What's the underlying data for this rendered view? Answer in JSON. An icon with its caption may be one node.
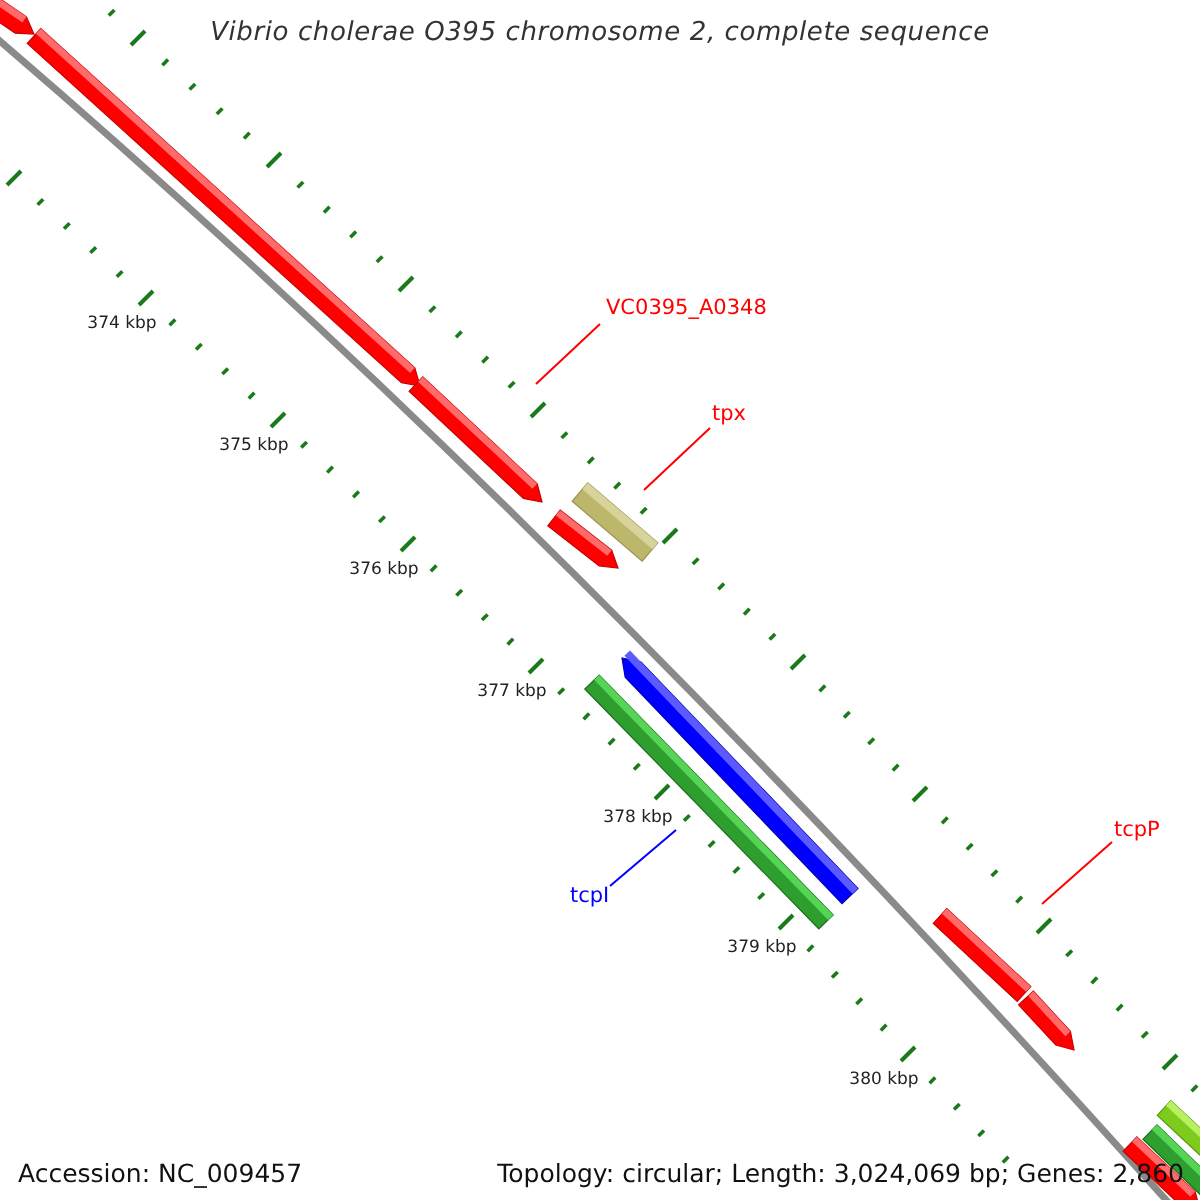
{
  "diagram": {
    "title": "Vibrio cholerae O395 chromosome 2, complete sequence",
    "nodes": [
      {
        "text": [
          "VC0395_A0348"
        ]
      },
      {
        "text": [],
        "shape": "bar"
      },
      {
        "text": [
          "tpx"
        ]
      },
      {
        "text": [],
        "shape": "bar"
      },
      {
        "text": [
          "tcpP"
        ]
      },
      {
        "text": [],
        "shape": "bar"
      },
      {
        "text": [
          "tcpI"
        ]
      },
      {
        "text": [],
        "shape": "bar"
      }
    ],
    "edges": [
      {
        "from": 0,
        "to": 1,
        "arrow": "none"
      },
      {
        "from": 2,
        "to": 3,
        "arrow": "none"
      },
      {
        "from": 4,
        "to": 5,
        "arrow": "none"
      },
      {
        "from": 6,
        "to": 7,
        "arrow": "none",
        "color": "#0000ff"
      }
    ],
    "labels": [
      "374 kbp",
      "375 kbp",
      "376 kbp",
      "377 kbp",
      "378 kbp",
      "379 kbp",
      "380 kbp",
      "Accession: NC_009457",
      "Topology: circular; Length: 3,024,069 bp; Genes: 2,860"
    ]
  }
}
